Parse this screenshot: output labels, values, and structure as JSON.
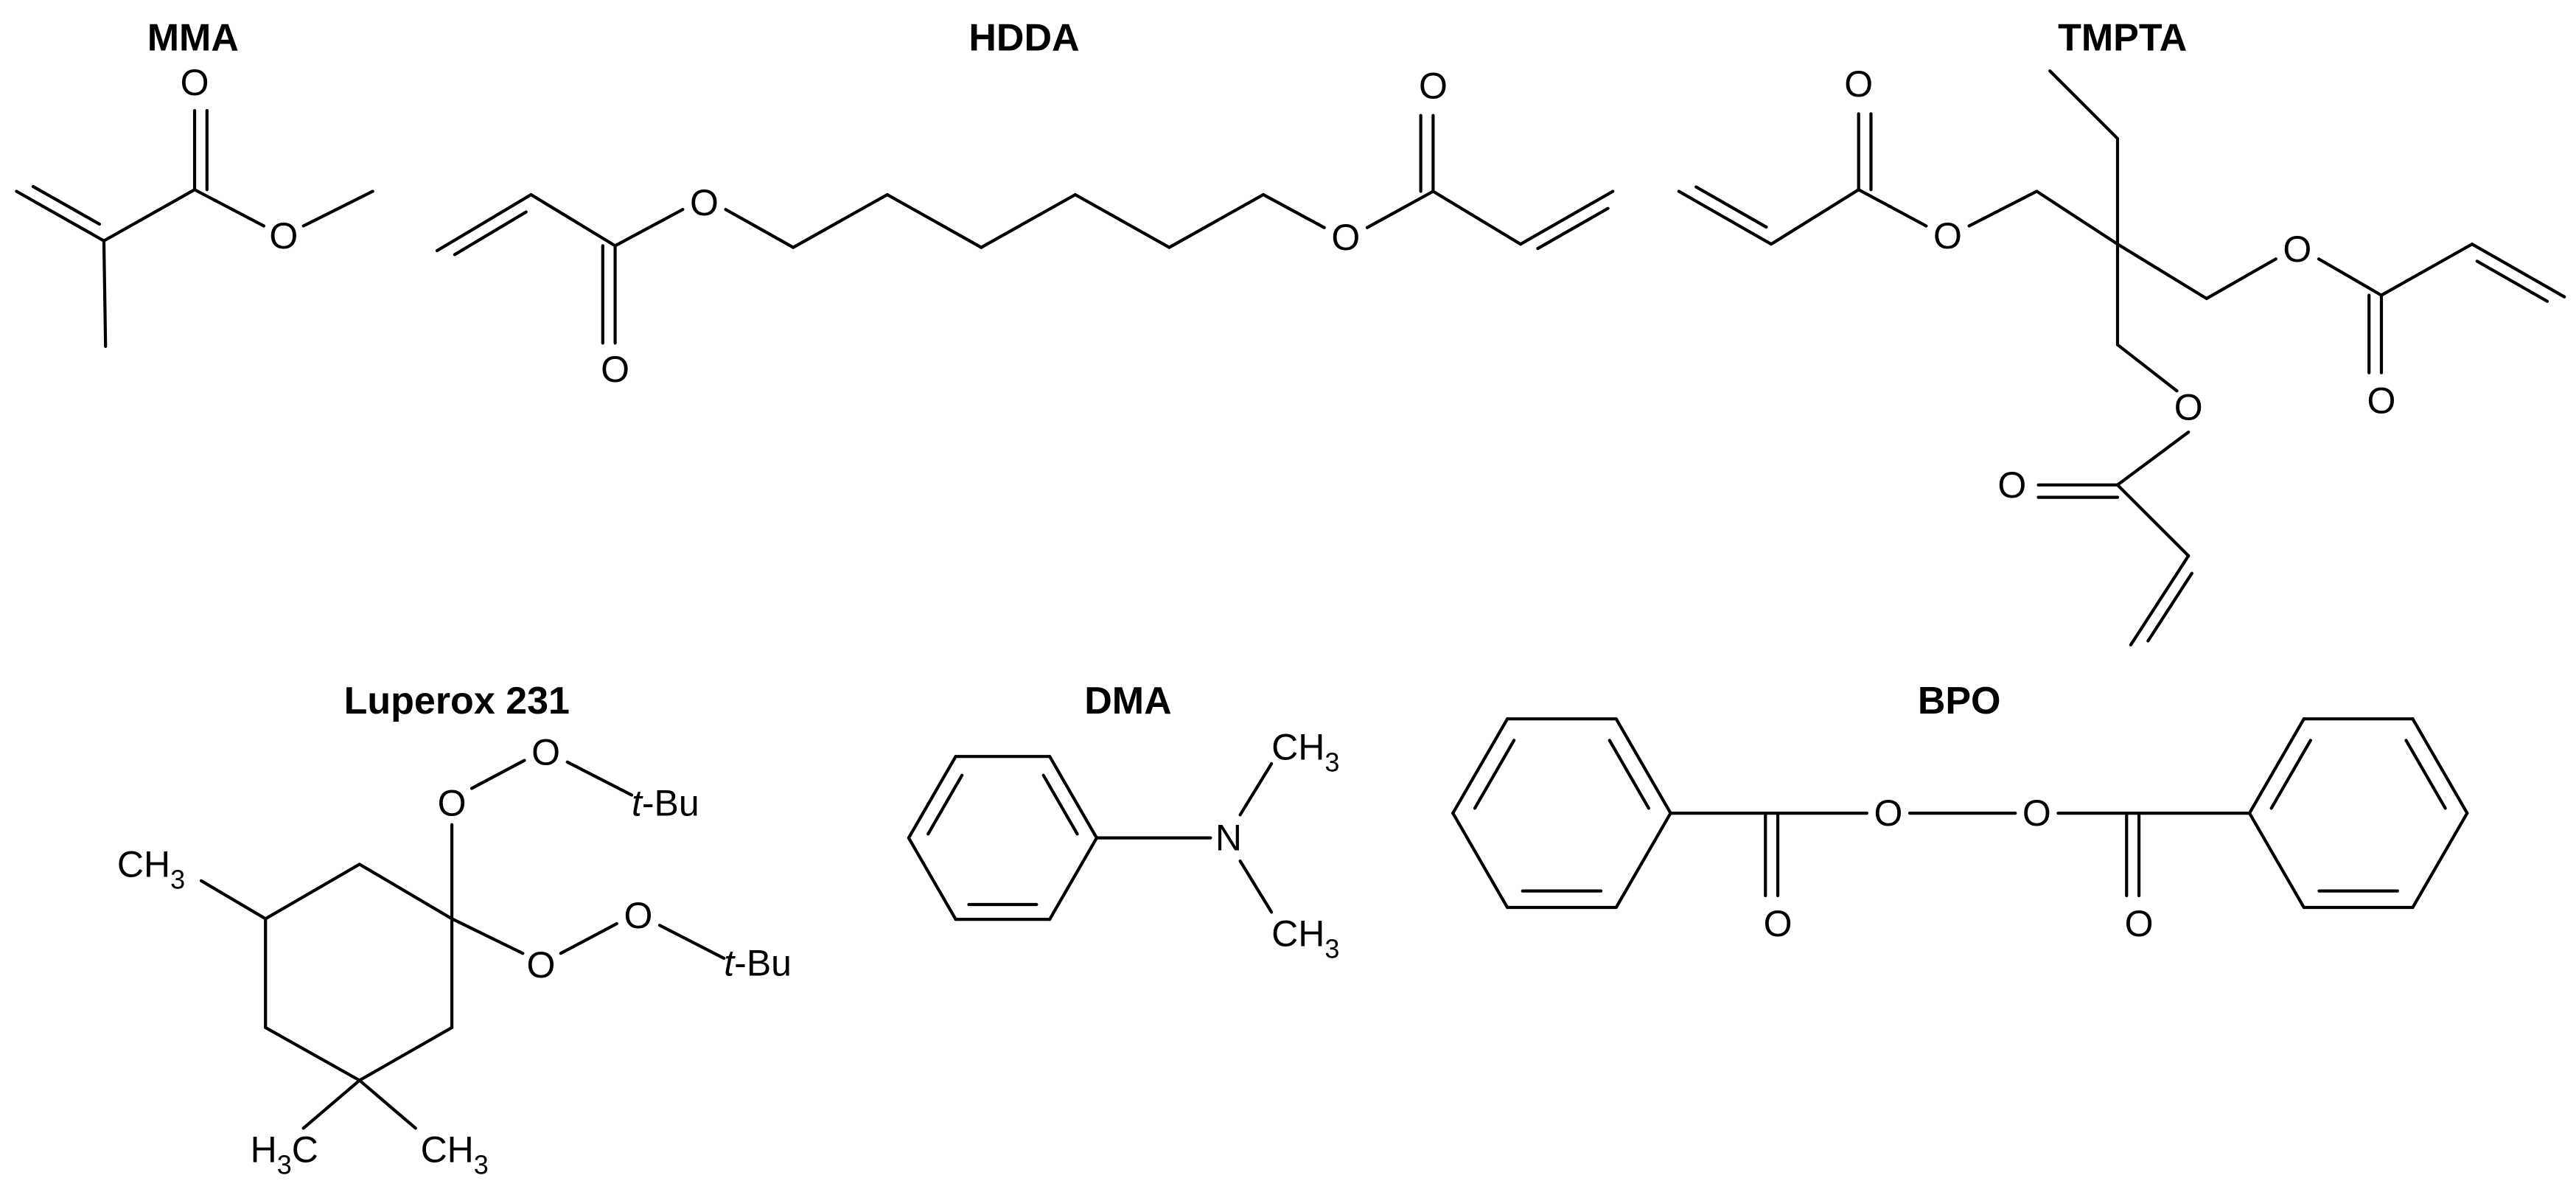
{
  "molecules": [
    {
      "key": "mma",
      "title": "MMA"
    },
    {
      "key": "hdda",
      "title": "HDDA"
    },
    {
      "key": "tmpta",
      "title": "TMPTA"
    },
    {
      "key": "luperox",
      "title": "Luperox 231"
    },
    {
      "key": "dma",
      "title": "DMA"
    },
    {
      "key": "bpo",
      "title": "BPO"
    }
  ],
  "atoms": {
    "oxygen": "O",
    "nitrogen": "N",
    "carbon": "C",
    "hydrogen": "H",
    "methyl_count": "3",
    "tert_prefix": "t",
    "butyl_suffix": "-Bu"
  }
}
